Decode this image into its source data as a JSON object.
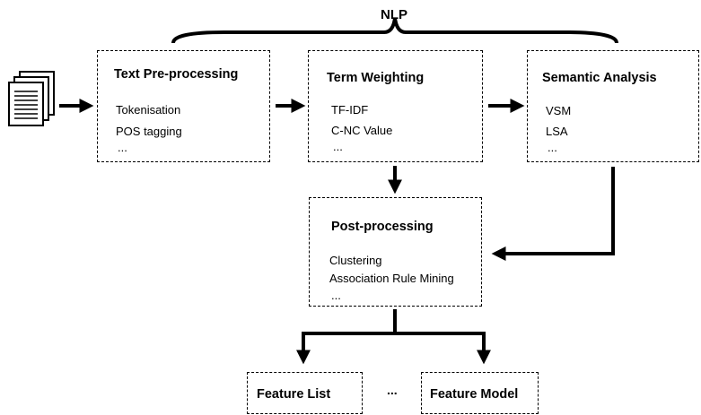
{
  "nlp": {
    "label": "NLP"
  },
  "boxes": {
    "preprocessing": {
      "title": "Text Pre-processing",
      "items": [
        "Tokenisation",
        "POS tagging",
        "..."
      ]
    },
    "term_weighting": {
      "title": "Term Weighting",
      "items": [
        "TF-IDF",
        "C-NC Value",
        "..."
      ]
    },
    "semantic": {
      "title": "Semantic Analysis",
      "items": [
        "VSM",
        "LSA",
        "..."
      ]
    },
    "postprocessing": {
      "title": "Post-processing",
      "items": [
        "Clustering",
        "Association Rule Mining",
        "..."
      ]
    },
    "feature_list": {
      "title": "Feature List"
    },
    "feature_model": {
      "title": "Feature Model"
    }
  },
  "outputs_ellipsis": "...",
  "icons": {
    "documents": "document-stack-icon"
  }
}
